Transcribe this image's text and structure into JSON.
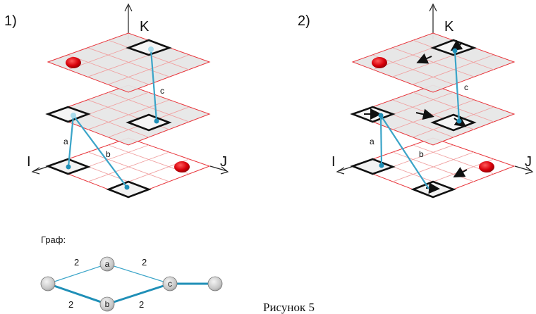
{
  "panels": [
    {
      "number": "1)",
      "axes": {
        "up": "K",
        "left": "I",
        "right": "J"
      },
      "edges": [
        "a",
        "b",
        "c"
      ]
    },
    {
      "number": "2)",
      "axes": {
        "up": "K",
        "left": "I",
        "right": "J"
      },
      "edges": [
        "a",
        "b",
        "c"
      ]
    }
  ],
  "graph": {
    "title": "Граф:",
    "nodes": [
      "a",
      "b",
      "c"
    ],
    "weights": [
      "2",
      "2",
      "2",
      "2"
    ]
  },
  "caption": "Рисунок 5",
  "colors": {
    "grid_line": "#e8343a",
    "layer_fill": "#e6e6e6",
    "edge": "#3aa4c8",
    "red_dot": "#d8000a",
    "node_fill": "#c8c8c8"
  }
}
